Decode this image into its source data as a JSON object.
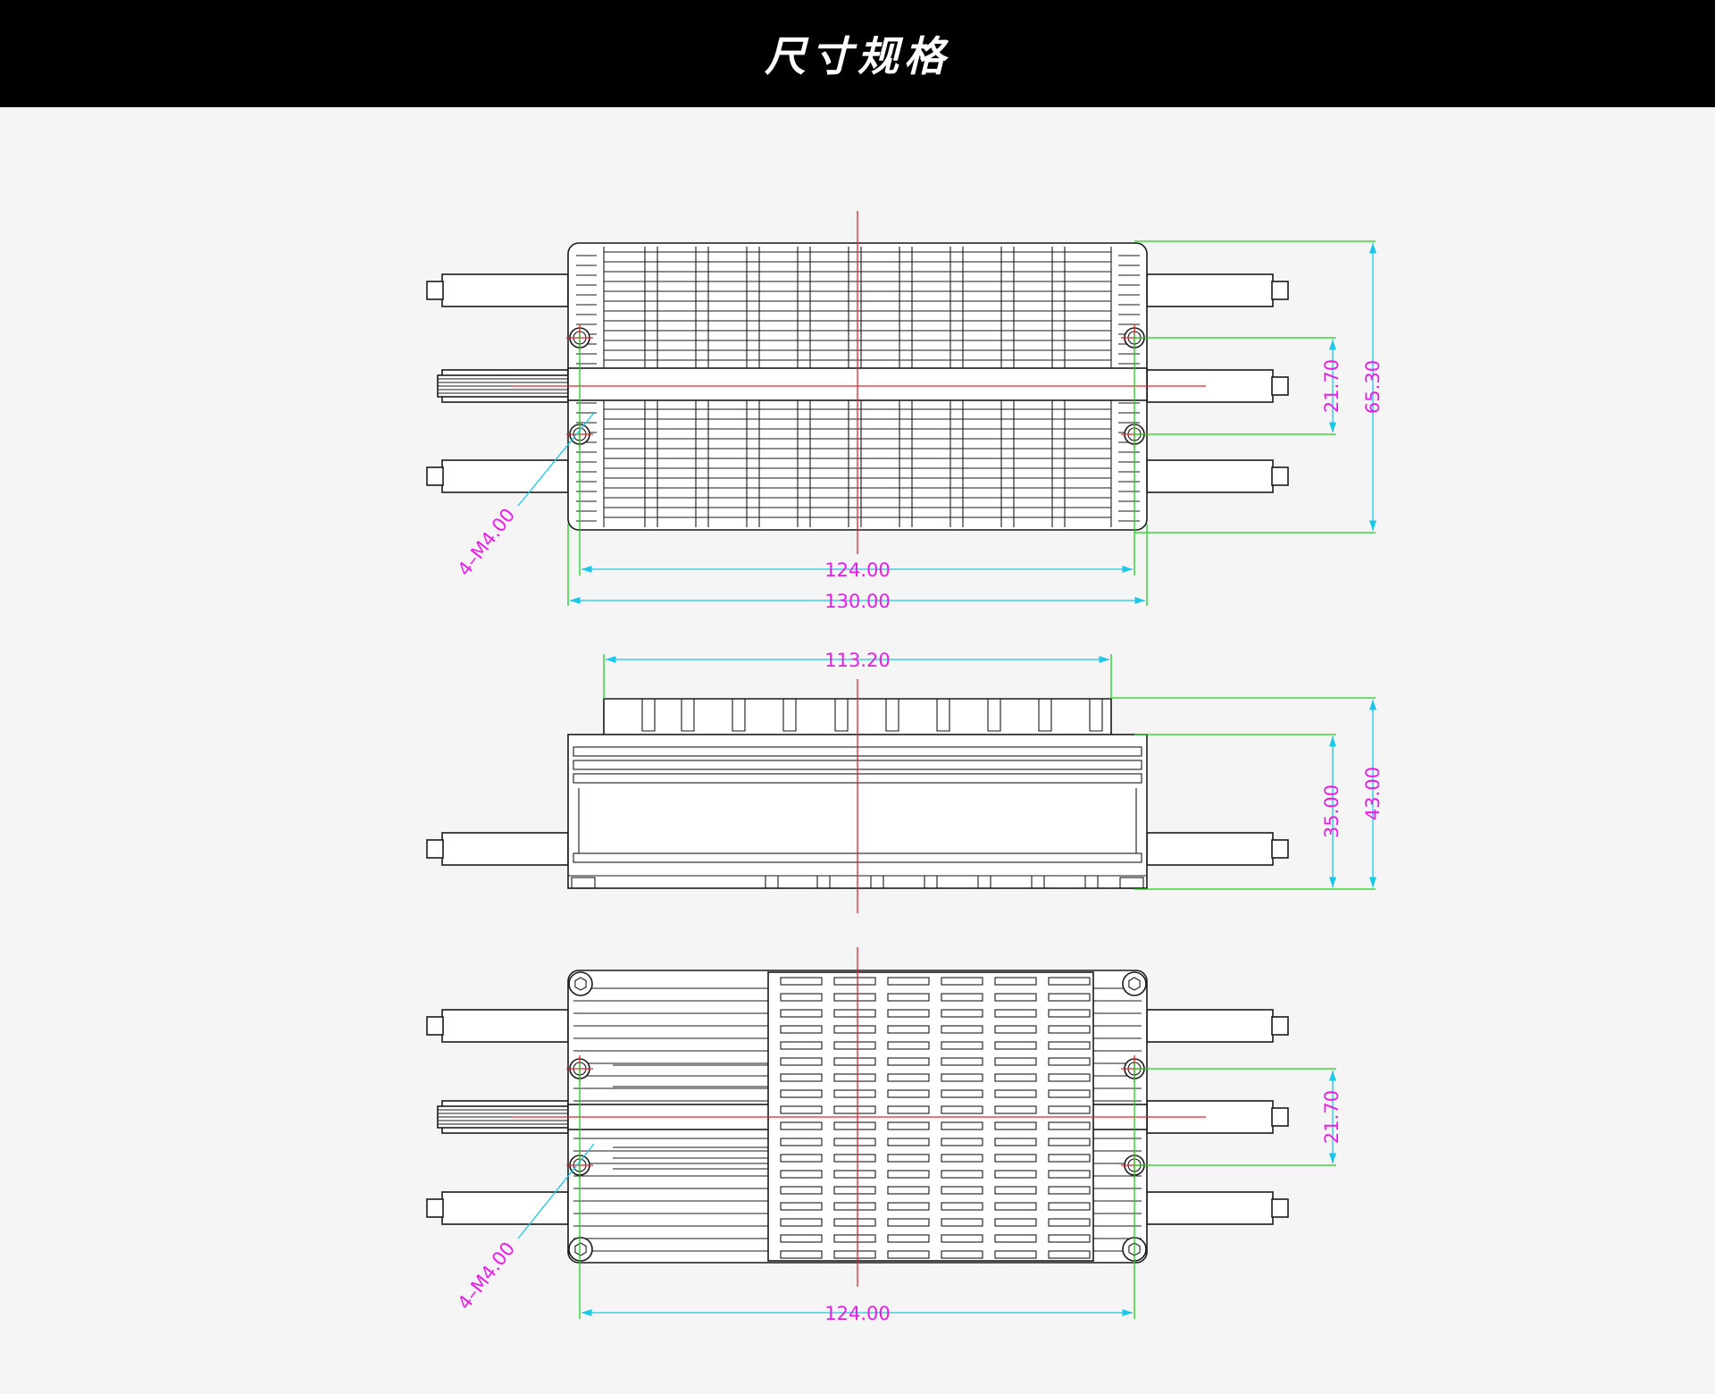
{
  "header": {
    "title": "尺寸规格"
  },
  "views": {
    "top": {
      "dims": {
        "inner_width": "124.00",
        "outer_width": "130.00",
        "hole_pitch": "21.70",
        "height": "65.30",
        "hole_callout": "4–M4.00"
      }
    },
    "side": {
      "dims": {
        "fin_width": "113.20",
        "body_height": "35.00",
        "total_height": "43.00"
      }
    },
    "bottom": {
      "dims": {
        "inner_width": "124.00",
        "hole_pitch": "21.70",
        "hole_callout": "4–M4.00"
      }
    }
  },
  "colors": {
    "outline": "#1a1a1a",
    "extension_line": "#19d11e",
    "dimension_line": "#19c8e6",
    "dimension_text": "#e81ee8",
    "center_line": "#e0242a"
  }
}
